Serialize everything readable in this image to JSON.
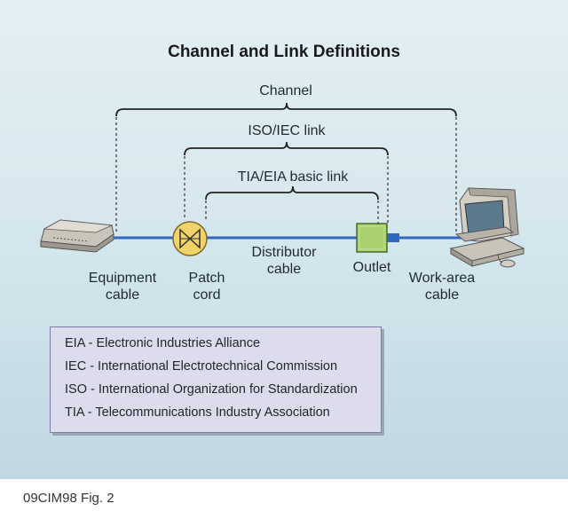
{
  "title": "Channel and Link Definitions",
  "spans": {
    "channel": "Channel",
    "iso_link": "ISO/IEC link",
    "tia_link": "TIA/EIA basic link"
  },
  "components": {
    "equipment_cable": [
      "Equipment",
      "cable"
    ],
    "patch_cord": [
      "Patch",
      "cord"
    ],
    "distributor_cable": [
      "Distributor",
      "cable"
    ],
    "outlet": "Outlet",
    "work_area_cable": [
      "Work-area",
      "cable"
    ]
  },
  "legend": [
    "EIA - Electronic Industries Alliance",
    "IEC - International Electrotechnical Commission",
    "ISO - International Organization for Standardization",
    "TIA - Telecommunications Industry Association"
  ],
  "figure_label": "09CIM98 Fig. 2",
  "colors": {
    "cable": "#2f68c0",
    "patch_panel": "#f2d36a",
    "outlet": "#a9cf6e",
    "bracket": "#222222"
  },
  "icons": [
    "equipment-hub-icon",
    "patch-panel-icon",
    "outlet-icon",
    "workstation-computer-icon"
  ]
}
